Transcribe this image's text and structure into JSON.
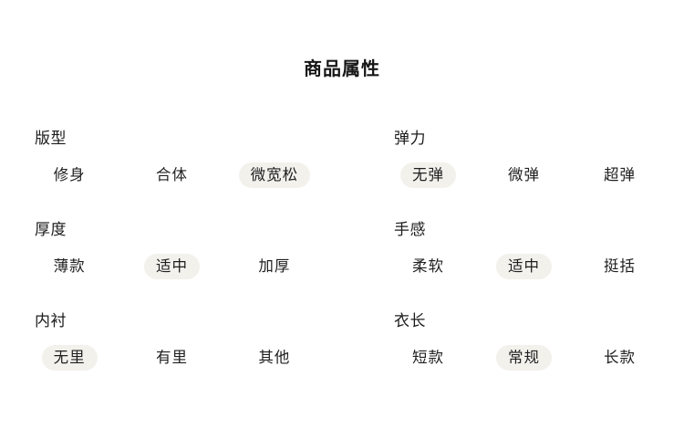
{
  "panel": {
    "title": "商品属性"
  },
  "groups": [
    {
      "key": "fit",
      "label": "版型",
      "column": "left",
      "options": [
        {
          "label": "修身",
          "selected": false
        },
        {
          "label": "合体",
          "selected": false
        },
        {
          "label": "微宽松",
          "selected": true
        }
      ]
    },
    {
      "key": "elasticity",
      "label": "弹力",
      "column": "right",
      "options": [
        {
          "label": "无弹",
          "selected": true
        },
        {
          "label": "微弹",
          "selected": false
        },
        {
          "label": "超弹",
          "selected": false
        }
      ]
    },
    {
      "key": "thickness",
      "label": "厚度",
      "column": "left",
      "options": [
        {
          "label": "薄款",
          "selected": false
        },
        {
          "label": "适中",
          "selected": true
        },
        {
          "label": "加厚",
          "selected": false
        }
      ]
    },
    {
      "key": "hand-feel",
      "label": "手感",
      "column": "right",
      "options": [
        {
          "label": "柔软",
          "selected": false
        },
        {
          "label": "适中",
          "selected": true
        },
        {
          "label": "挺括",
          "selected": false
        }
      ]
    },
    {
      "key": "lining",
      "label": "内衬",
      "column": "left",
      "options": [
        {
          "label": "无里",
          "selected": true
        },
        {
          "label": "有里",
          "selected": false
        },
        {
          "label": "其他",
          "selected": false
        }
      ]
    },
    {
      "key": "length",
      "label": "衣长",
      "column": "right",
      "options": [
        {
          "label": "短款",
          "selected": false
        },
        {
          "label": "常规",
          "selected": false
        },
        {
          "label": "长款",
          "selected": false
        }
      ]
    }
  ],
  "colors": {
    "background": "#ffffff",
    "text": "#1f1f1f",
    "selected_pill": "#f3f1ec"
  }
}
